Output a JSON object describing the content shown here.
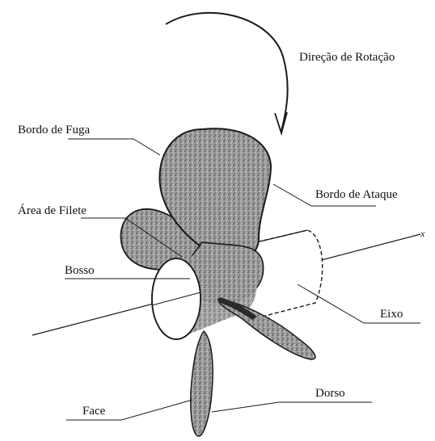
{
  "labels": {
    "rotation_direction": "Direção de Rotação",
    "trailing_edge": "Bordo de Fuga",
    "leading_edge": "Bordo de Ataque",
    "fillet_area": "Área de Filete",
    "hub": "Bosso",
    "shaft": "Eixo",
    "face": "Face",
    "back": "Dorso",
    "axis": "x"
  },
  "colors": {
    "ink": "#1a1a1a",
    "blade_fill": "#8a8a8a",
    "background": "#ffffff"
  }
}
